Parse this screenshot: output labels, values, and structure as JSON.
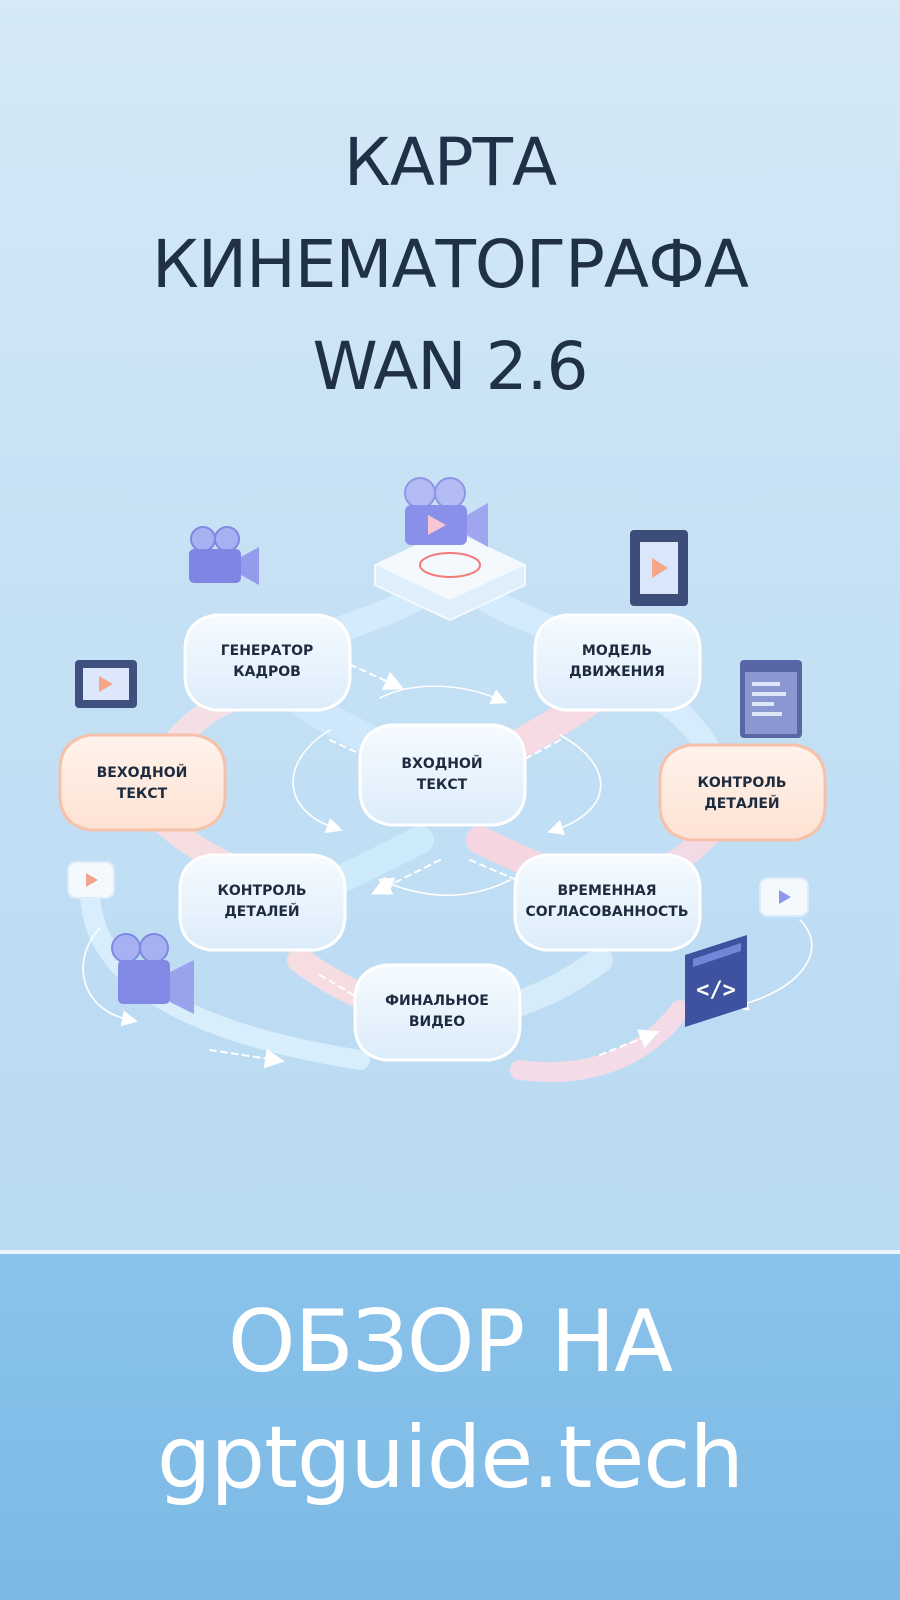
{
  "title": {
    "line1": "КАРТА",
    "line2": "КИНЕМАТОГРАФА",
    "line3": "WAN 2.6"
  },
  "nodes": {
    "frame_generator": {
      "line1": "ГЕНЕРАТОР",
      "line2": "КАДРОВ"
    },
    "motion_model": {
      "line1": "МОДЕЛЬ",
      "line2": "ДВИЖЕНИЯ"
    },
    "input_text_left": {
      "line1": "ВЕХОДНОЙ",
      "line2": "ТЕКСТ"
    },
    "input_text_center": {
      "line1": "ВХОДНОЙ",
      "line2": "ТЕКСТ"
    },
    "detail_control_right": {
      "line1": "КОНТРОЛЬ",
      "line2": "ДЕТАЛЕЙ"
    },
    "detail_control_left": {
      "line1": "КОНТРОЛЬ",
      "line2": "ДЕТАЛЕЙ"
    },
    "temporal_consistency": {
      "line1": "ВРЕМЕННАЯ",
      "line2": "СОГЛАСОВАННОСТЬ"
    },
    "final_video": {
      "line1": "ФИНАЛЬНОЕ",
      "line2": "ВИДЕО"
    }
  },
  "icons": [
    "movie-camera-icon",
    "film-strip-icon",
    "code-window-icon",
    "play-button-icon",
    "code-brackets-icon"
  ],
  "colors": {
    "title": "#1f3047",
    "banner": "#7bb9e5",
    "node_fill": "#eef6fd",
    "node_warm_border": "#f5b9a2",
    "accent_purple": "#7f85e6"
  },
  "banner": {
    "line1": "ОБЗОР НА",
    "line2": "gptguide.tech"
  }
}
